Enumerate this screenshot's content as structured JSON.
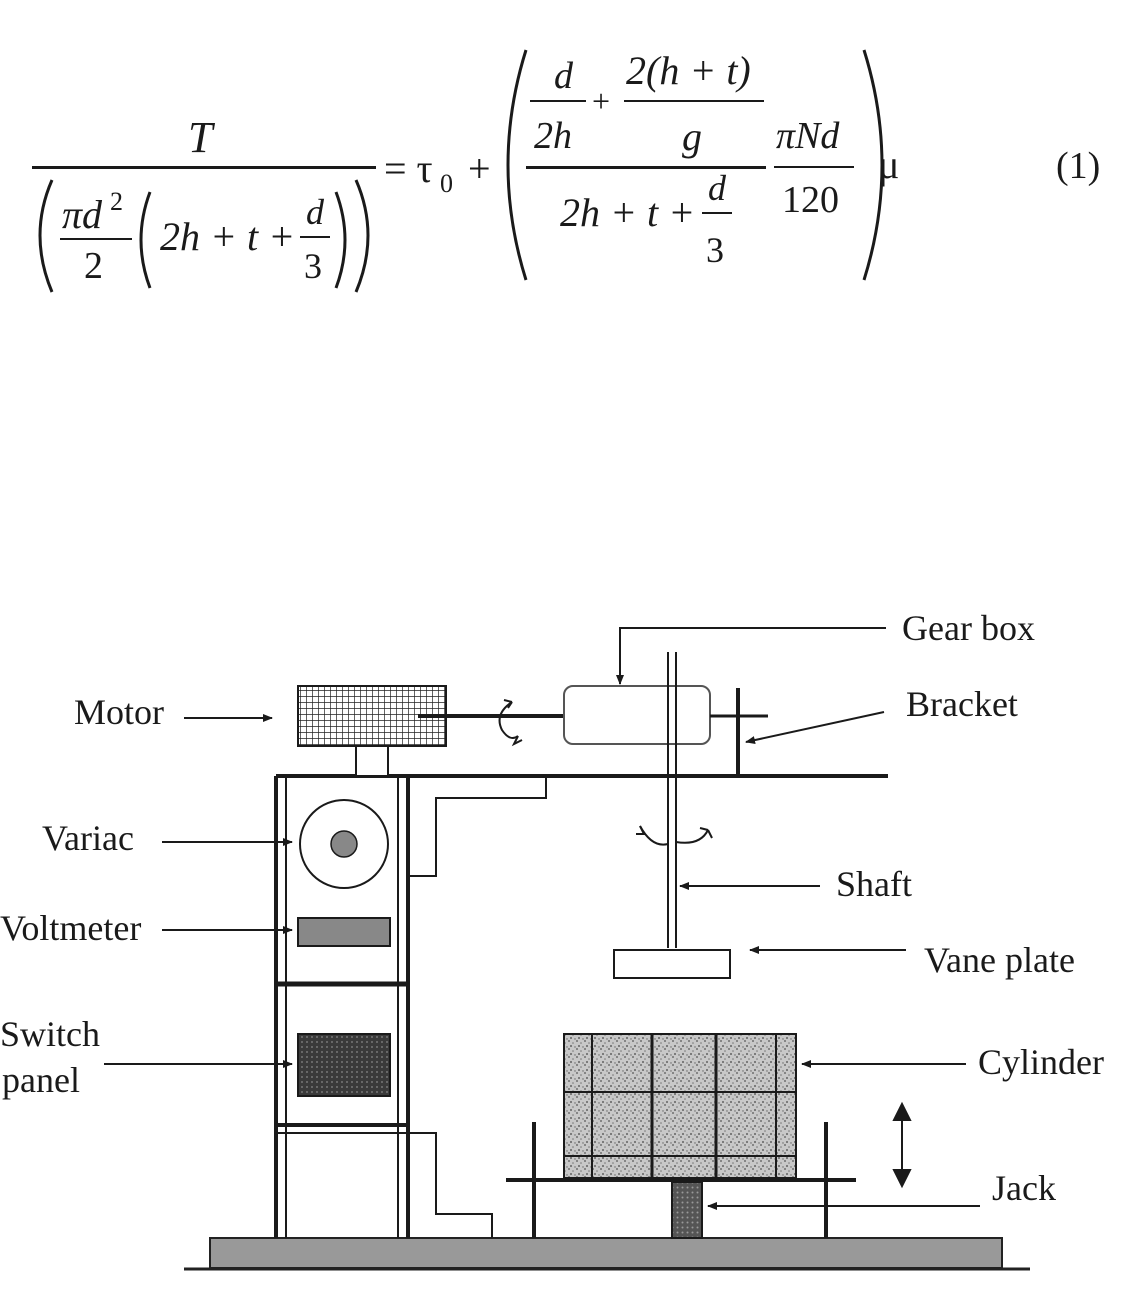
{
  "equation": {
    "lhs_numerator": "T",
    "lhs_den_pi_d": "πd",
    "lhs_den_sup": "2",
    "lhs_den_two": "2",
    "lhs_den_inner": "2h + t +",
    "lhs_den_d": "d",
    "lhs_den_three": "3",
    "equals_tau": "= τ",
    "tau_sub": "0",
    "plus": "+",
    "rhs_d": "d",
    "rhs_2h": "2h",
    "rhs_plus": "+",
    "rhs_2ht": "2(h + t)",
    "rhs_g": "g",
    "rhs_den": "2h + t +",
    "rhs_den_d": "d",
    "rhs_den_three": "3",
    "rhs_piNd": "πNd",
    "rhs_120": "120",
    "mu": "μ",
    "number": "(1)"
  },
  "labels": {
    "gear_box": "Gear box",
    "motor": "Motor",
    "bracket": "Bracket",
    "variac": "Variac",
    "shaft": "Shaft",
    "voltmeter": "Voltmeter",
    "vane_plate": "Vane plate",
    "switch": "Switch",
    "panel": "panel",
    "cylinder": "Cylinder",
    "jack": "Jack"
  }
}
